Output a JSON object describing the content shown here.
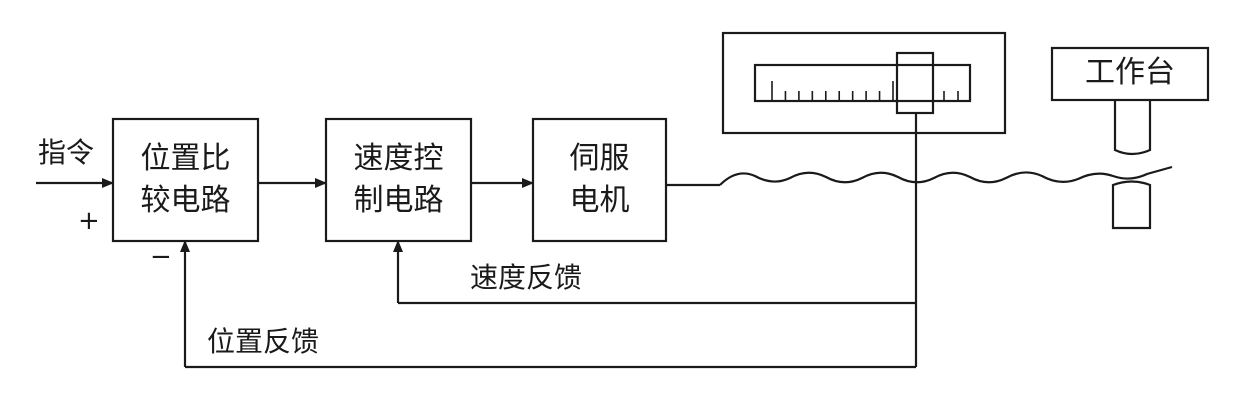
{
  "diagram": {
    "input": {
      "label": "指令",
      "plus": "+",
      "minus": "−"
    },
    "blocks": {
      "position_compare": {
        "line1": "位置比",
        "line2": "较电路"
      },
      "speed_control": {
        "line1": "速度控",
        "line2": "制电路"
      },
      "servo_motor": {
        "line1": "伺服",
        "line2": "电机"
      },
      "worktable": {
        "label": "工作台"
      }
    },
    "feedback": {
      "speed": "速度反馈",
      "position": "位置反馈"
    },
    "colors": {
      "ink": "#1a1a1a",
      "background": "#ffffff"
    }
  }
}
